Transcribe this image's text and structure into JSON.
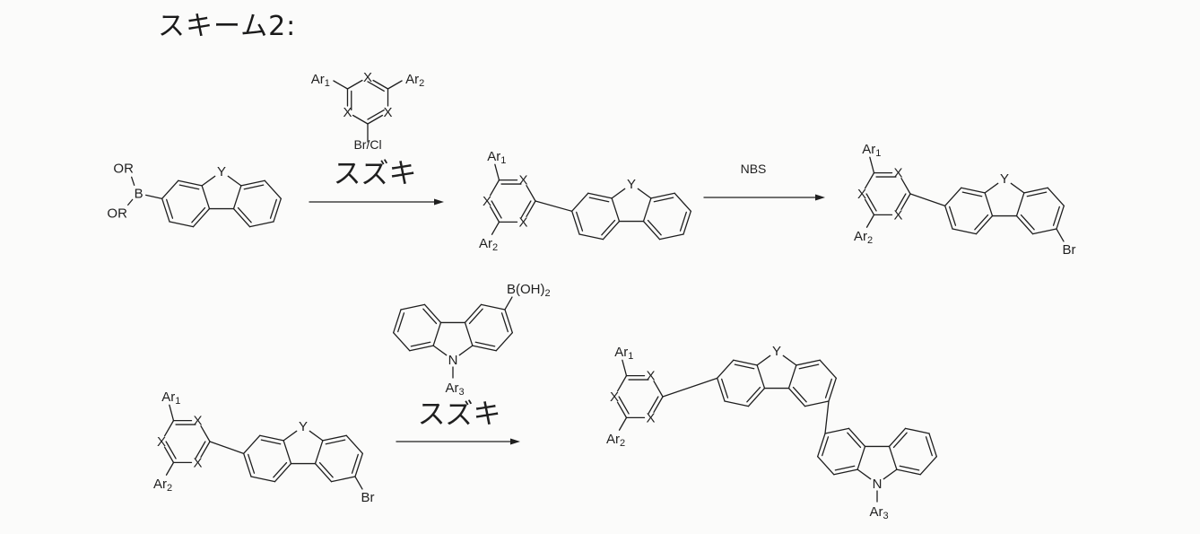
{
  "title": "スキーム2:",
  "labels": {
    "x": "X",
    "y": "Y",
    "n": "N",
    "b": "B",
    "or": "OR",
    "br": "Br",
    "ar": "Ar",
    "sub1": "1",
    "sub2": "2",
    "sub3": "3",
    "boh": "B(OH)"
  },
  "steps": [
    {
      "reagent_leaving_group": "Br/Cl",
      "condition": "スズキ"
    },
    {
      "condition": "NBS"
    },
    {
      "condition": "スズキ"
    }
  ]
}
